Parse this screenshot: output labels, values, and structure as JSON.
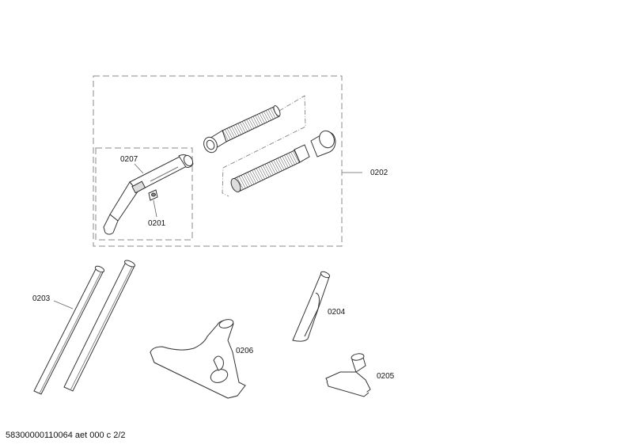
{
  "diagram": {
    "type": "exploded-parts-view",
    "groups": [
      {
        "id": "0202",
        "label": "0202",
        "description": "hose assembly group (dashed boundary)"
      },
      {
        "id": "0207-group",
        "description": "handle sub-group (dashed boundary)"
      }
    ],
    "parts": [
      {
        "id": "0207",
        "label": "0207",
        "description": "hose handle / curved wand grip"
      },
      {
        "id": "0201",
        "label": "0201",
        "description": "small clip / slider insert"
      },
      {
        "id": "0202",
        "label": "0202",
        "description": "flexible corrugated hose with connectors"
      },
      {
        "id": "0203",
        "label": "0203",
        "description": "extension tubes (pair)"
      },
      {
        "id": "0204",
        "label": "0204",
        "description": "crevice nozzle"
      },
      {
        "id": "0205",
        "label": "0205",
        "description": "upholstery nozzle"
      },
      {
        "id": "0206",
        "label": "0206",
        "description": "floor nozzle"
      }
    ]
  },
  "labels": {
    "p0207": "0207",
    "p0201": "0201",
    "p0202": "0202",
    "p0203": "0203",
    "p0204": "0204",
    "p0205": "0205",
    "p0206": "0206"
  },
  "footer": {
    "code": "58300000110064 aet 000 c 2/2"
  },
  "colors": {
    "line": "#333333",
    "dashed": "#888888",
    "background": "#ffffff"
  }
}
